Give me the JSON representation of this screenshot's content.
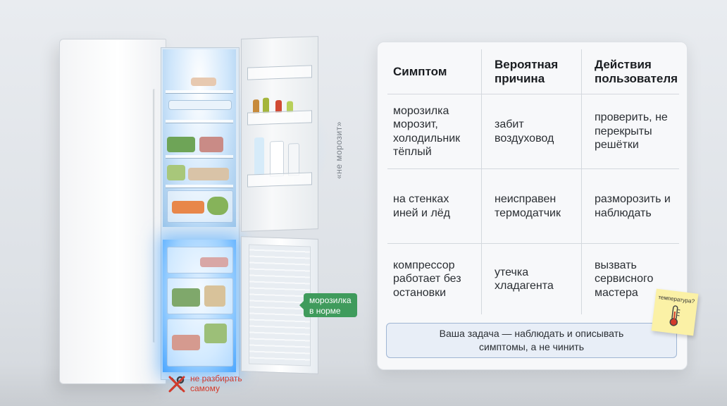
{
  "fridge": {
    "side_note": "«не морозит»",
    "freezer_tag": [
      "морозилка",
      "в норме"
    ],
    "warning": [
      "не разбирать",
      "самому"
    ]
  },
  "table": {
    "headers": [
      "Симптом",
      "Вероятная причина",
      "Действия пользователя"
    ],
    "rows": [
      [
        "морозилка морозит, холодильник тёплый",
        "забит воздуховод",
        "проверить, не перекрыты решётки"
      ],
      [
        "на стенках иней и лёд",
        "неисправен термодатчик",
        "разморозить и наблюдать"
      ],
      [
        "компрессор работает без остановки",
        "утечка хладагента",
        "вызвать сервисного мастера"
      ]
    ],
    "note": "Ваша задача — наблюдать и описывать симптомы, а не чинить"
  },
  "sticky": {
    "text": "температура?"
  },
  "colors": {
    "green_tag": "#3f9b5c",
    "warning": "#d23a2c",
    "freezer_glow": "#4aa6ff"
  }
}
